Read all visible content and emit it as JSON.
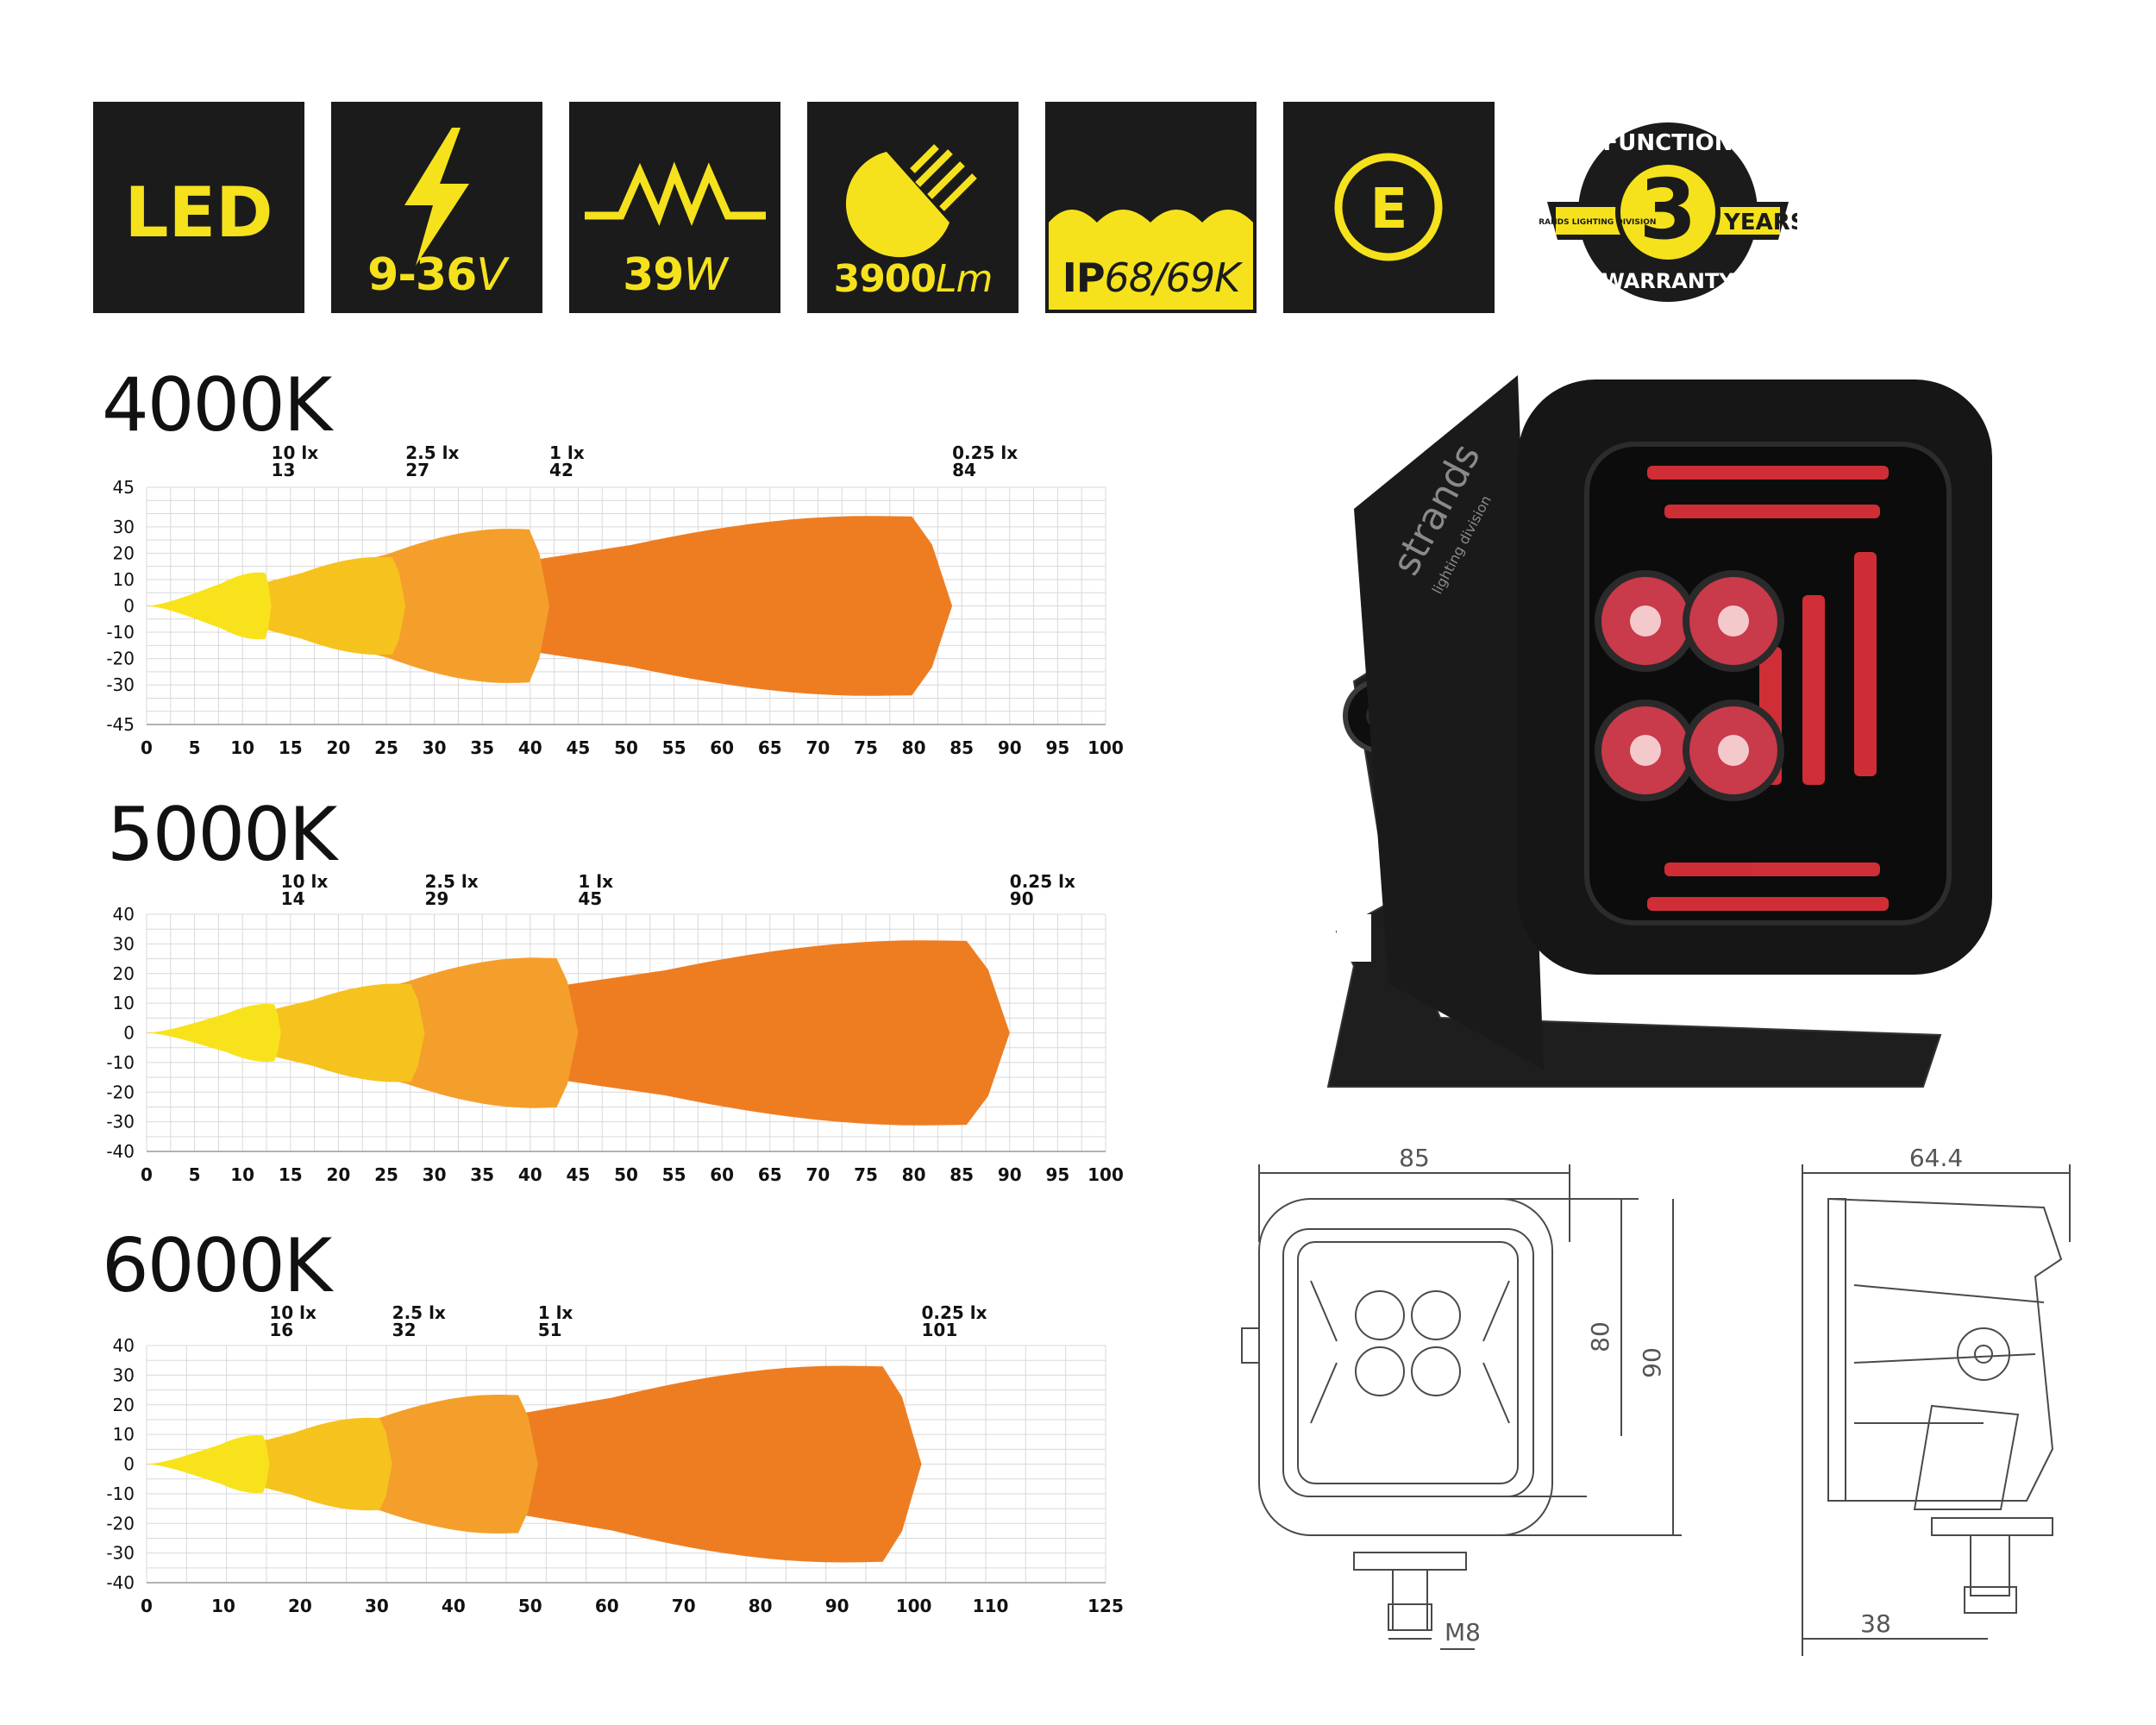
{
  "badges": [
    {
      "id": "led",
      "text": "LED"
    },
    {
      "id": "voltage",
      "text": "9-36",
      "unit": "V"
    },
    {
      "id": "power",
      "text": "39",
      "unit": "W"
    },
    {
      "id": "lumen",
      "text": "3900",
      "unit": "Lm"
    },
    {
      "id": "ip",
      "text": "IP",
      "unit": "68/69K"
    },
    {
      "id": "emark",
      "text": "E"
    }
  ],
  "warranty": {
    "top": "FUNCTION",
    "years_num": "3",
    "years": "YEARS",
    "bottom": "WARRANTY",
    "brand": "STRANDS LIGHTING DIVISION"
  },
  "product": {
    "brand": "strands",
    "sub": "lighting division"
  },
  "drawing": {
    "front_width": "85",
    "front_inner_height": "80",
    "front_height": "90",
    "bolt": "M8",
    "side_depth": "64.4",
    "side_base": "38"
  },
  "chart_data": [
    {
      "type": "area",
      "title": "4000K",
      "xlim": [
        0,
        100
      ],
      "xticks": [
        0,
        5,
        10,
        15,
        20,
        25,
        30,
        35,
        40,
        45,
        50,
        55,
        60,
        65,
        70,
        75,
        80,
        85,
        90,
        95,
        100
      ],
      "yticks": [
        45,
        30,
        20,
        10,
        0,
        -10,
        -20,
        -30,
        -45
      ],
      "ylim": [
        -45,
        45
      ],
      "lux_levels": [
        {
          "lux": "10 lx",
          "distance": 13,
          "color": "#f8e21c"
        },
        {
          "lux": "2.5 lx",
          "distance": 27,
          "color": "#f6c21e"
        },
        {
          "lux": "1 lx",
          "distance": 42,
          "color": "#f49f2b"
        },
        {
          "lux": "0.25 lx",
          "distance": 84,
          "color": "#ee7d22"
        }
      ],
      "half_width": [
        13,
        19,
        30,
        35
      ]
    },
    {
      "type": "area",
      "title": "5000K",
      "xlim": [
        0,
        100
      ],
      "xticks": [
        0,
        5,
        10,
        15,
        20,
        25,
        30,
        35,
        40,
        45,
        50,
        55,
        60,
        65,
        70,
        75,
        80,
        85,
        90,
        95,
        100
      ],
      "yticks": [
        40,
        30,
        20,
        10,
        0,
        -10,
        -20,
        -30,
        -40
      ],
      "ylim": [
        -40,
        40
      ],
      "lux_levels": [
        {
          "lux": "10 lx",
          "distance": 14,
          "color": "#f8e21c"
        },
        {
          "lux": "2.5 lx",
          "distance": 29,
          "color": "#f6c21e"
        },
        {
          "lux": "1 lx",
          "distance": 45,
          "color": "#f49f2b"
        },
        {
          "lux": "0.25 lx",
          "distance": 90,
          "color": "#ee7d22"
        }
      ],
      "half_width": [
        10,
        17,
        26,
        32
      ]
    },
    {
      "type": "area",
      "title": "6000K",
      "xlim": [
        0,
        125
      ],
      "xticks": [
        0,
        10,
        20,
        30,
        40,
        50,
        60,
        70,
        80,
        90,
        100,
        110,
        125
      ],
      "yticks": [
        40,
        30,
        20,
        10,
        0,
        -10,
        -20,
        -30,
        -40
      ],
      "ylim": [
        -40,
        40
      ],
      "lux_levels": [
        {
          "lux": "10 lx",
          "distance": 16,
          "color": "#f8e21c"
        },
        {
          "lux": "2.5 lx",
          "distance": 32,
          "color": "#f6c21e"
        },
        {
          "lux": "1 lx",
          "distance": 51,
          "color": "#f49f2b"
        },
        {
          "lux": "0.25 lx",
          "distance": 101,
          "color": "#ee7d22"
        }
      ],
      "half_width": [
        10,
        16,
        24,
        34
      ]
    }
  ]
}
